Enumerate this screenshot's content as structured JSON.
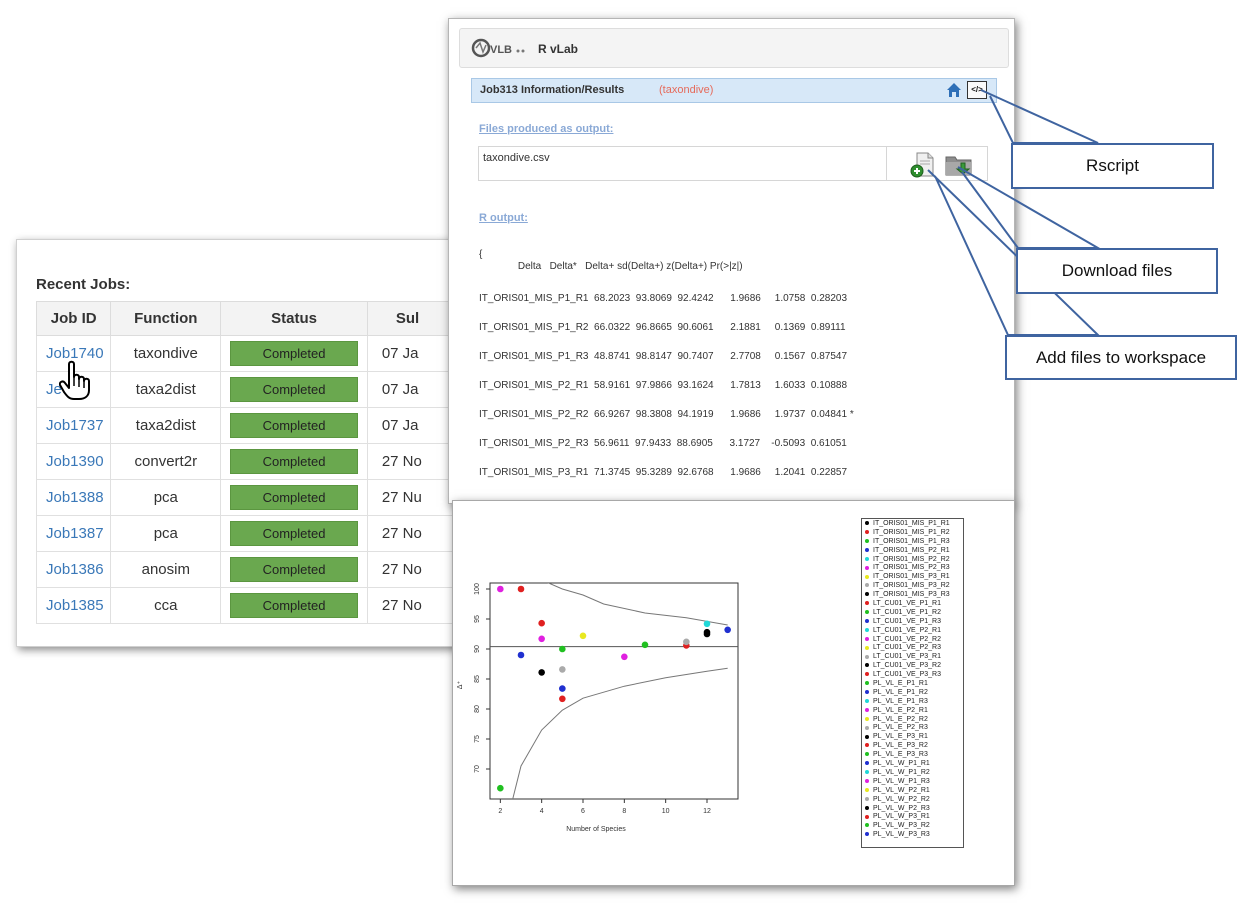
{
  "recent_jobs": {
    "title": "Recent Jobs:",
    "columns": [
      "Job ID",
      "Function",
      "Status",
      "Sul"
    ],
    "rows": [
      {
        "id": "Job1740",
        "function": "taxondive",
        "status": "Completed",
        "date": "07 Ja"
      },
      {
        "id": "Je   9",
        "function": "taxa2dist",
        "status": "Completed",
        "date": "07 Ja"
      },
      {
        "id": "Job1737",
        "function": "taxa2dist",
        "status": "Completed",
        "date": "07 Ja"
      },
      {
        "id": "Job1390",
        "function": "convert2r",
        "status": "Completed",
        "date": "27 No"
      },
      {
        "id": "Job1388",
        "function": "pca",
        "status": "Completed",
        "date": "27 Nu"
      },
      {
        "id": "Job1387",
        "function": "pca",
        "status": "Completed",
        "date": "27 No"
      },
      {
        "id": "Job1386",
        "function": "anosim",
        "status": "Completed",
        "date": "27 No"
      },
      {
        "id": "Job1385",
        "function": "cca",
        "status": "Completed",
        "date": "27 No"
      }
    ]
  },
  "rvlab": {
    "app_title": "R vLab",
    "logo_text": "VLB",
    "job_title": "Job313 Information/Results",
    "job_function": "(taxondive)",
    "rscript_icon_label": "</>",
    "files_label": "Files produced as output:",
    "file_name": "taxondive.csv",
    "r_output_label": "R output:",
    "r_output": {
      "open_brace": "{",
      "header": "              Delta   Delta*   Delta+ sd(Delta+) z(Delta+) Pr(>|z|)",
      "lines": [
        "IT_ORIS01_MIS_P1_R1  68.2023  93.8069  92.4242      1.9686     1.0758  0.28203",
        "IT_ORIS01_MIS_P1_R2  66.0322  96.8665  90.6061      2.1881     0.1369  0.89111",
        "IT_ORIS01_MIS_P1_R3  48.8741  98.8147  90.7407      2.7708     0.1567  0.87547",
        "IT_ORIS01_MIS_P2_R1  58.9161  97.9866  93.1624      1.7813     1.6033  0.10888",
        "IT_ORIS01_MIS_P2_R2  66.9267  98.3808  94.1919      1.9686     1.9737  0.04841 *",
        "IT_ORIS01_MIS_P2_R3  56.9611  97.9433  88.6905      3.1727    -0.5093  0.61051",
        "IT_ORIS01_MIS_P3_R1  71.3745  95.3289  92.6768      1.9686     1.2041  0.22857"
      ]
    }
  },
  "callouts": {
    "rscript": "Rscript",
    "download": "Download files",
    "add_workspace": "Add files to workspace"
  },
  "chart_data": {
    "type": "scatter",
    "title": "",
    "xlabel": "Number of Species",
    "ylabel": "Δ⁺",
    "xlim": [
      1.5,
      13.5
    ],
    "ylim": [
      65,
      101
    ],
    "xticks": [
      2,
      4,
      6,
      8,
      10,
      12
    ],
    "yticks": [
      70,
      75,
      80,
      85,
      90,
      95,
      100
    ],
    "mean_line": 90.4,
    "upper_funnel": [
      [
        3,
        103
      ],
      [
        5,
        100
      ],
      [
        6,
        99
      ],
      [
        7,
        97.5
      ],
      [
        9,
        96
      ],
      [
        11,
        95.2
      ],
      [
        13,
        94
      ]
    ],
    "lower_funnel": [
      [
        2.6,
        65
      ],
      [
        3,
        70.5
      ],
      [
        4,
        76.5
      ],
      [
        5,
        79.8
      ],
      [
        6,
        81.8
      ],
      [
        8,
        83.8
      ],
      [
        10,
        85.2
      ],
      [
        12,
        86.3
      ],
      [
        13,
        86.8
      ]
    ],
    "points": [
      {
        "x": 2,
        "y": 100,
        "color": "#e020e0"
      },
      {
        "x": 3,
        "y": 100,
        "color": "#e02020"
      },
      {
        "x": 4,
        "y": 94.3,
        "color": "#e02020"
      },
      {
        "x": 4,
        "y": 91.7,
        "color": "#e020e0"
      },
      {
        "x": 3,
        "y": 89,
        "color": "#2030d0"
      },
      {
        "x": 4,
        "y": 86.1,
        "color": "#000000"
      },
      {
        "x": 5,
        "y": 86.6,
        "color": "#aaaaaa"
      },
      {
        "x": 5,
        "y": 90,
        "color": "#20c020"
      },
      {
        "x": 6,
        "y": 92.2,
        "color": "#e8e820"
      },
      {
        "x": 5,
        "y": 83.4,
        "color": "#2030d0"
      },
      {
        "x": 5,
        "y": 81.7,
        "color": "#e02020"
      },
      {
        "x": 8,
        "y": 88.7,
        "color": "#e020e0"
      },
      {
        "x": 9,
        "y": 90.7,
        "color": "#20c020"
      },
      {
        "x": 11,
        "y": 90.6,
        "color": "#e02020"
      },
      {
        "x": 11,
        "y": 91.2,
        "color": "#aaaaaa"
      },
      {
        "x": 12,
        "y": 92.5,
        "color": "#000000"
      },
      {
        "x": 12,
        "y": 92.8,
        "color": "#000000"
      },
      {
        "x": 12,
        "y": 94.2,
        "color": "#20d8d8"
      },
      {
        "x": 13,
        "y": 93.2,
        "color": "#2030d0"
      },
      {
        "x": 2,
        "y": 66.8,
        "color": "#20c020"
      }
    ],
    "legend": [
      {
        "name": "IT_ORIS01_MIS_P1_R1",
        "color": "#000000"
      },
      {
        "name": "IT_ORIS01_MIS_P1_R2",
        "color": "#e02020"
      },
      {
        "name": "IT_ORIS01_MIS_P1_R3",
        "color": "#20c020"
      },
      {
        "name": "IT_ORIS01_MIS_P2_R1",
        "color": "#2030d0"
      },
      {
        "name": "IT_ORIS01_MIS_P2_R2",
        "color": "#20d8d8"
      },
      {
        "name": "IT_ORIS01_MIS_P2_R3",
        "color": "#e020e0"
      },
      {
        "name": "IT_ORIS01_MIS_P3_R1",
        "color": "#e8e820"
      },
      {
        "name": "IT_ORIS01_MIS_P3_R2",
        "color": "#aaaaaa"
      },
      {
        "name": "IT_ORIS01_MIS_P3_R3",
        "color": "#000000"
      },
      {
        "name": "LT_CU01_VE_P1_R1",
        "color": "#e02020"
      },
      {
        "name": "LT_CU01_VE_P1_R2",
        "color": "#20c020"
      },
      {
        "name": "LT_CU01_VE_P1_R3",
        "color": "#2030d0"
      },
      {
        "name": "LT_CU01_VE_P2_R1",
        "color": "#20d8d8"
      },
      {
        "name": "LT_CU01_VE_P2_R2",
        "color": "#e020e0"
      },
      {
        "name": "LT_CU01_VE_P2_R3",
        "color": "#e8e820"
      },
      {
        "name": "LT_CU01_VE_P3_R1",
        "color": "#aaaaaa"
      },
      {
        "name": "LT_CU01_VE_P3_R2",
        "color": "#000000"
      },
      {
        "name": "LT_CU01_VE_P3_R3",
        "color": "#e02020"
      },
      {
        "name": "PL_VL_E_P1_R1",
        "color": "#20c020"
      },
      {
        "name": "PL_VL_E_P1_R2",
        "color": "#2030d0"
      },
      {
        "name": "PL_VL_E_P1_R3",
        "color": "#20d8d8"
      },
      {
        "name": "PL_VL_E_P2_R1",
        "color": "#e020e0"
      },
      {
        "name": "PL_VL_E_P2_R2",
        "color": "#e8e820"
      },
      {
        "name": "PL_VL_E_P2_R3",
        "color": "#aaaaaa"
      },
      {
        "name": "PL_VL_E_P3_R1",
        "color": "#000000"
      },
      {
        "name": "PL_VL_E_P3_R2",
        "color": "#e02020"
      },
      {
        "name": "PL_VL_E_P3_R3",
        "color": "#20c020"
      },
      {
        "name": "PL_VL_W_P1_R1",
        "color": "#2030d0"
      },
      {
        "name": "PL_VL_W_P1_R2",
        "color": "#20d8d8"
      },
      {
        "name": "PL_VL_W_P1_R3",
        "color": "#e020e0"
      },
      {
        "name": "PL_VL_W_P2_R1",
        "color": "#e8e820"
      },
      {
        "name": "PL_VL_W_P2_R2",
        "color": "#aaaaaa"
      },
      {
        "name": "PL_VL_W_P2_R3",
        "color": "#000000"
      },
      {
        "name": "PL_VL_W_P3_R1",
        "color": "#e02020"
      },
      {
        "name": "PL_VL_W_P3_R2",
        "color": "#20c020"
      },
      {
        "name": "PL_VL_W_P3_R3",
        "color": "#2030d0"
      }
    ]
  }
}
